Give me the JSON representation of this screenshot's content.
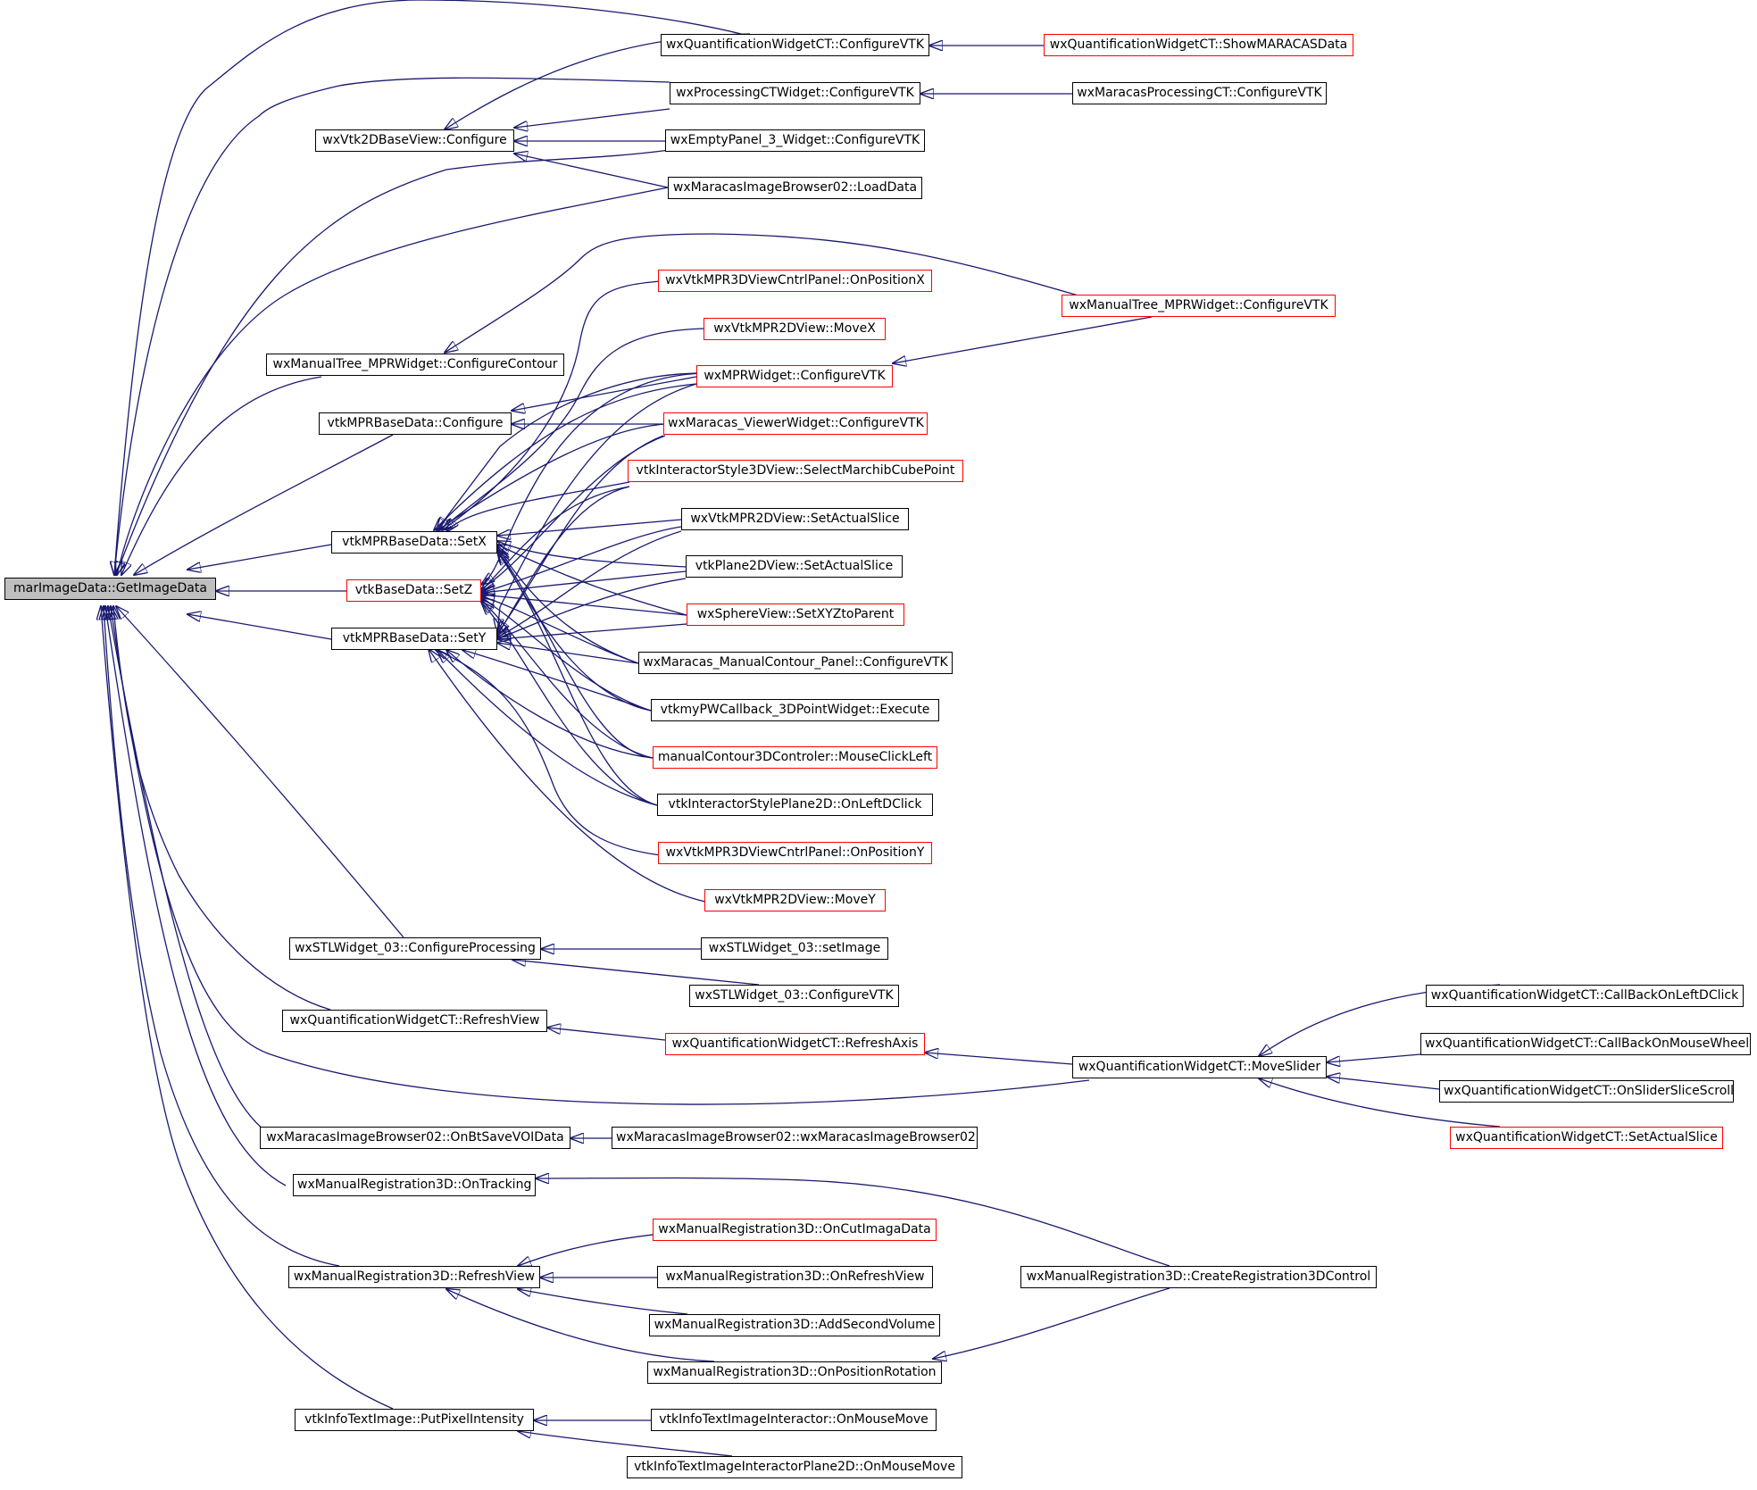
{
  "colors": {
    "edge": "#191970",
    "node_border": "#000000",
    "truncated_border": "#ff0000",
    "root_fill": "#bfbfbf"
  },
  "nodes": {
    "root": "marImageData::GetImageData",
    "vtk2dconf": "wxVtk2DBaseView::Configure",
    "mtConfContour": "wxManualTree_MPRWidget::ConfigureContour",
    "mprConf": "vtkMPRBaseData::Configure",
    "setX": "vtkMPRBaseData::SetX",
    "setZ": "vtkBaseData::SetZ",
    "setY": "vtkMPRBaseData::SetY",
    "stlConfProc": "wxSTLWidget_03::ConfigureProcessing",
    "qRefreshView": "wxQuantificationWidgetCT::RefreshView",
    "mibSaveVOI": "wxMaracasImageBrowser02::OnBtSaveVOIData",
    "mrOnTracking": "wxManualRegistration3D::OnTracking",
    "mrRefreshView": "wxManualRegistration3D::RefreshView",
    "putPixel": "vtkInfoTextImage::PutPixelIntensity",
    "qConfVTK": "wxQuantificationWidgetCT::ConfigureVTK",
    "procConfVTK": "wxProcessingCTWidget::ConfigureVTK",
    "emptyConfVTK": "wxEmptyPanel_3_Widget::ConfigureVTK",
    "mibLoadData": "wxMaracasImageBrowser02::LoadData",
    "mpr3dPosX": "wxVtkMPR3DViewCntrlPanel::OnPositionX",
    "mpr2dMoveX": "wxVtkMPR2DView::MoveX",
    "mprWConfVTK": "wxMPRWidget::ConfigureVTK",
    "viewerConfVTK": "wxMaracas_ViewerWidget::ConfigureVTK",
    "selectMarch": "vtkInteractorStyle3DView::SelectMarchibCubePoint",
    "mpr2dSetSlice": "wxVtkMPR2DView::SetActualSlice",
    "plane2dSetSlice": "vtkPlane2DView::SetActualSlice",
    "sphereSetXYZ": "wxSphereView::SetXYZtoParent",
    "manualContourConf": "wxMaracas_ManualContour_Panel::ConfigureVTK",
    "pwCallback": "vtkmyPWCallback_3DPointWidget::Execute",
    "mc3dClick": "manualContour3DControler::MouseClickLeft",
    "isp2dDClick": "vtkInteractorStylePlane2D::OnLeftDClick",
    "mpr3dPosY": "wxVtkMPR3DViewCntrlPanel::OnPositionY",
    "mpr2dMoveY": "wxVtkMPR2DView::MoveY",
    "stlSetImage": "wxSTLWidget_03::setImage",
    "stlConfVTK": "wxSTLWidget_03::ConfigureVTK",
    "qRefreshAxis": "wxQuantificationWidgetCT::RefreshAxis",
    "mibCtor": "wxMaracasImageBrowser02::wxMaracasImageBrowser02",
    "mrCutImaga": "wxManualRegistration3D::OnCutImagaData",
    "mrOnRefresh": "wxManualRegistration3D::OnRefreshView",
    "mrAddSecond": "wxManualRegistration3D::AddSecondVolume",
    "mrPosRot": "wxManualRegistration3D::OnPositionRotation",
    "itiMouseMove": "vtkInfoTextImageInteractor::OnMouseMove",
    "itiP2dMouseMove": "vtkInfoTextImageInteractorPlane2D::OnMouseMove",
    "qShowMaracas": "wxQuantificationWidgetCT::ShowMARACASData",
    "mpcConfVTK": "wxMaracasProcessingCT::ConfigureVTK",
    "mtConfVTK": "wxManualTree_MPRWidget::ConfigureVTK",
    "qMoveSlider": "wxQuantificationWidgetCT::MoveSlider",
    "mrCreate3D": "wxManualRegistration3D::CreateRegistration3DControl",
    "qCbDClick": "wxQuantificationWidgetCT::CallBackOnLeftDClick",
    "qCbWheel": "wxQuantificationWidgetCT::CallBackOnMouseWheel",
    "qSliderScroll": "wxQuantificationWidgetCT::OnSliderSliceScroll",
    "qSetSlice": "wxQuantificationWidgetCT::SetActualSlice"
  }
}
